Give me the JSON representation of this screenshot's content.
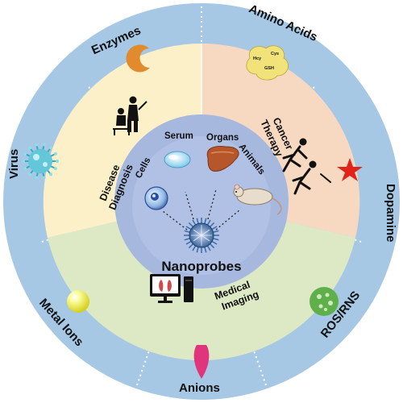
{
  "center": {
    "title": "Nanoprobes"
  },
  "outer_ring": [
    {
      "label": "Enzymes",
      "icon": "enzyme-crescent-icon",
      "color": "#e28a2e"
    },
    {
      "label": "Amino Acids",
      "icon": "amino-acid-blob-icon",
      "color": "#f2e27a",
      "sub_labels": [
        "Hcy",
        "Cys",
        "GSH"
      ]
    },
    {
      "label": "Dopamine",
      "icon": "red-star-icon",
      "color": "#e2231a"
    },
    {
      "label": "ROS/RNS",
      "icon": "ros-rns-green-circle-icon",
      "color": "#5fb04a"
    },
    {
      "label": "Anions",
      "icon": "pink-drop-icon",
      "color": "#e0357a"
    },
    {
      "label": "Metal Ions",
      "icon": "yellow-sphere-icon",
      "color": "#f4ef4a"
    },
    {
      "label": "Virus",
      "icon": "virus-icon",
      "color": "#62c7d8"
    }
  ],
  "middle_ring": [
    {
      "label": "Disease Diagnosis",
      "lines": [
        "Disease",
        "Diagnosis"
      ],
      "icon": "doctor-patient-icon",
      "color": "#fbf0c8"
    },
    {
      "label": "Cancer Therapy",
      "lines": [
        "Cancer",
        "Therapy"
      ],
      "icon": "runner-sick-icon",
      "color": "#f7d9c2"
    },
    {
      "label": "Medical Imaging",
      "lines": [
        "Medical",
        "Imaging"
      ],
      "icon": "computer-imaging-icon",
      "color": "#dde9c5"
    }
  ],
  "inner_ring": [
    {
      "label": "Cells",
      "icon": "cell-icon"
    },
    {
      "label": "Serum",
      "icon": "serum-drop-icon"
    },
    {
      "label": "Organs",
      "icon": "liver-icon"
    },
    {
      "label": "Animals",
      "icon": "mouse-icon"
    }
  ],
  "colors": {
    "outer_ring": "#a6c8e4",
    "inner_circle": "#a7b8df",
    "center_disc": "#b9c6ea",
    "dotted_divider": "#ffffff"
  }
}
